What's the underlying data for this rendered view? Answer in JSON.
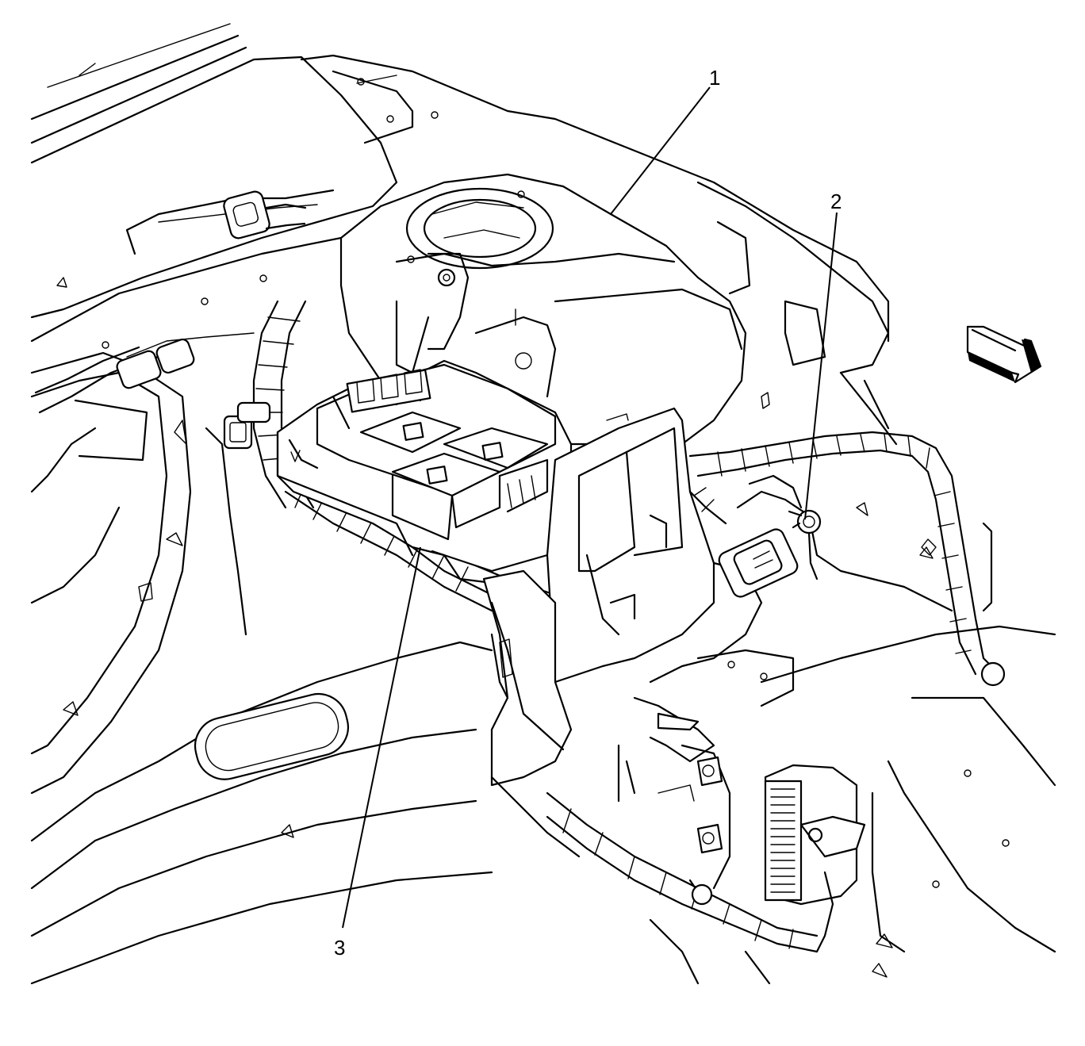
{
  "callouts": [
    {
      "id": "1",
      "label": "1"
    },
    {
      "id": "2",
      "label": "2"
    },
    {
      "id": "3",
      "label": "3"
    }
  ],
  "icons": {
    "direction": "front-arrow-icon"
  }
}
